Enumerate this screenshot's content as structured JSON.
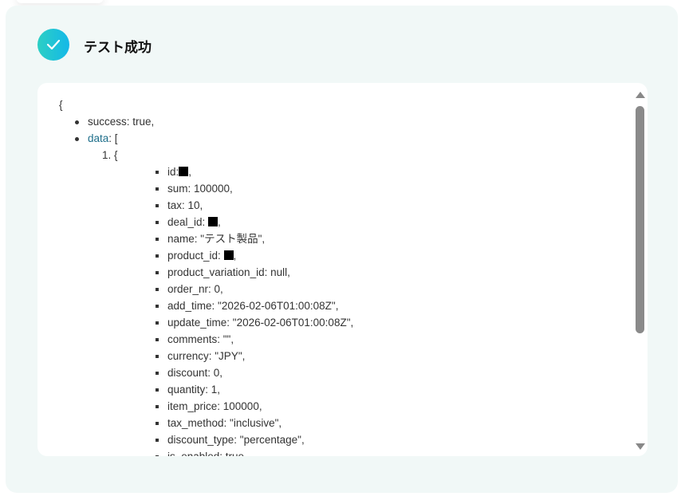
{
  "header": {
    "title": "テスト成功",
    "icon": "check-circle-icon",
    "accent": "#14b8e8"
  },
  "json": {
    "open": "{",
    "success": "success: true,",
    "data_key": "data",
    "data_rest": ": [",
    "item_open": "1. {",
    "fields": [
      {
        "key": "id",
        "text": "id:",
        "redacted": true,
        "suffix": ","
      },
      {
        "text": "sum: 100000,"
      },
      {
        "text": "tax: 10,"
      },
      {
        "key": "deal_id",
        "text": "deal_id: ",
        "redacted": true,
        "suffix": ","
      },
      {
        "text": "name: \"テスト製品\","
      },
      {
        "key": "product_id",
        "text": "product_id: ",
        "redacted": true,
        "suffix": ","
      },
      {
        "text": "product_variation_id: null,"
      },
      {
        "text": "order_nr: 0,"
      },
      {
        "text": "add_time: \"2026-02-06T01:00:08Z\","
      },
      {
        "text": "update_time: \"2026-02-06T01:00:08Z\","
      },
      {
        "text": "comments: \"\","
      },
      {
        "text": "currency: \"JPY\","
      },
      {
        "text": "discount: 0,"
      },
      {
        "text": "quantity: 1,"
      },
      {
        "text": "item_price: 100000,"
      },
      {
        "text": "tax_method: \"inclusive\","
      },
      {
        "text": "discount_type: \"percentage\","
      },
      {
        "text": "is_enabled: true,"
      }
    ]
  }
}
